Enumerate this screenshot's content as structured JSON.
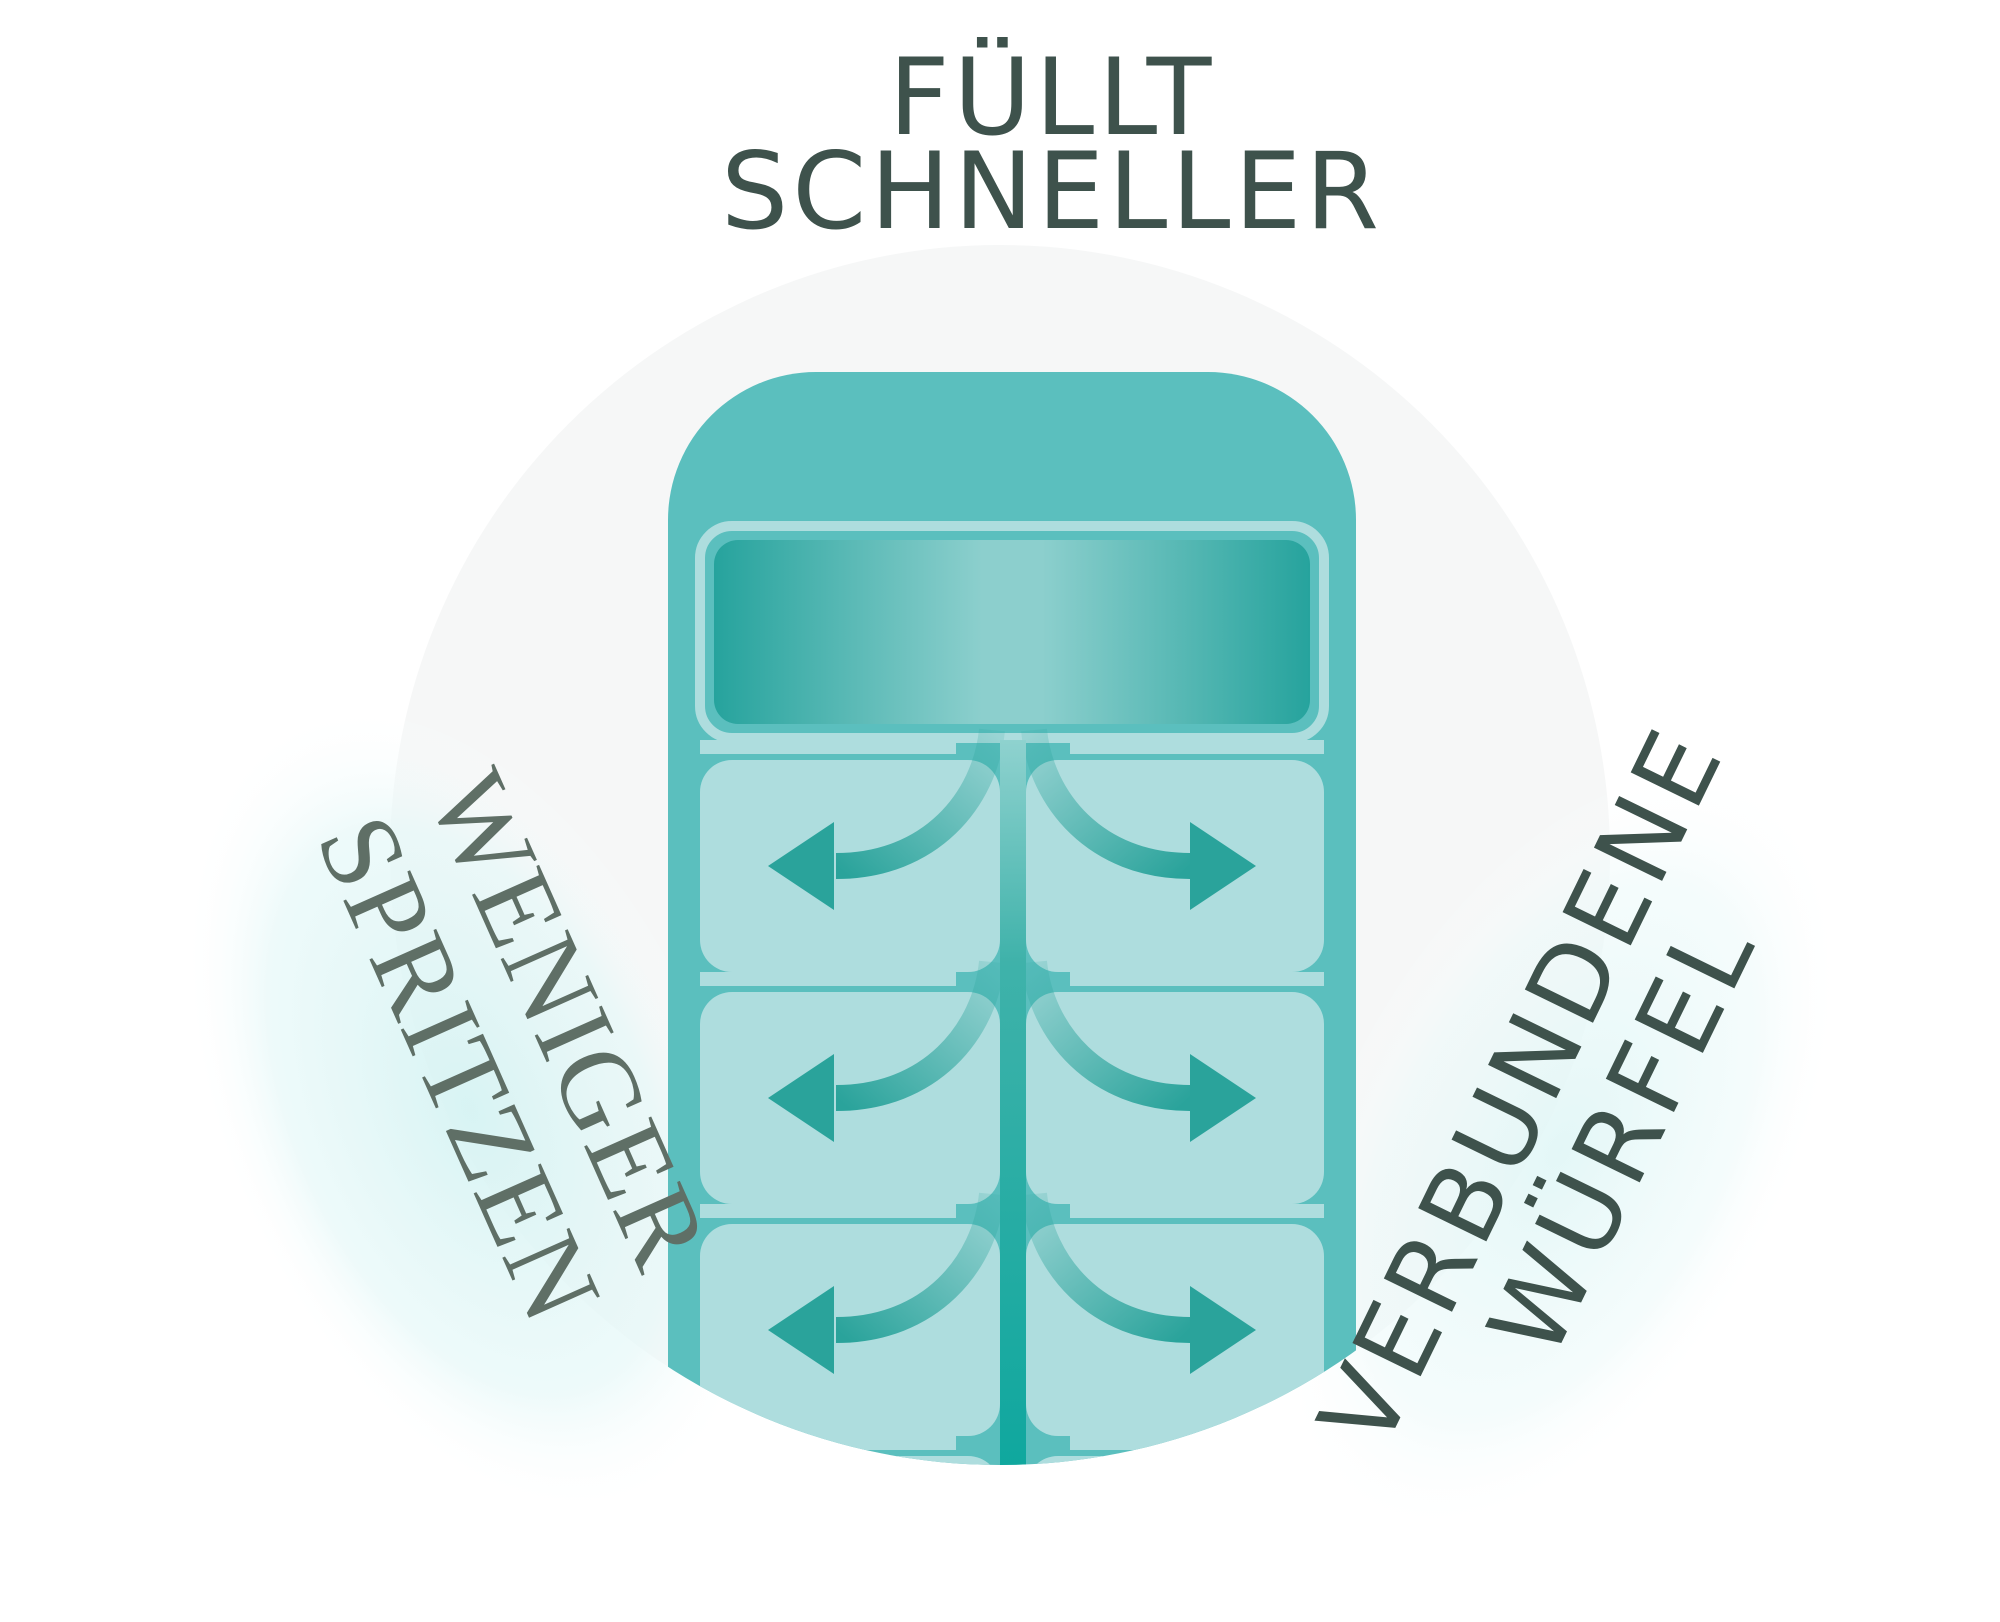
{
  "labels": {
    "top_line1": "FÜLLT",
    "top_line2": "SCHNELLER",
    "left_line1": "WENIGER",
    "left_line2": "SPRITZEN",
    "right_line1": "VERBUNDENE",
    "right_line2": "WÜRFEL"
  },
  "colors": {
    "text_dark": "#3e524c",
    "text_left": "#5f6f66",
    "tray_body": "#5bbfbe",
    "tray_dark": "#26a39d",
    "cell_fill": "#aeddde",
    "arrow": "#2aa39b",
    "channel": "#0ea79e",
    "glow": "#e4f7f7",
    "background_circle": "#f6f7f7"
  },
  "icons": {
    "arrow_left": "arrow-left-icon",
    "arrow_right": "arrow-right-icon"
  },
  "diagram": {
    "cell_rows": 3
  }
}
